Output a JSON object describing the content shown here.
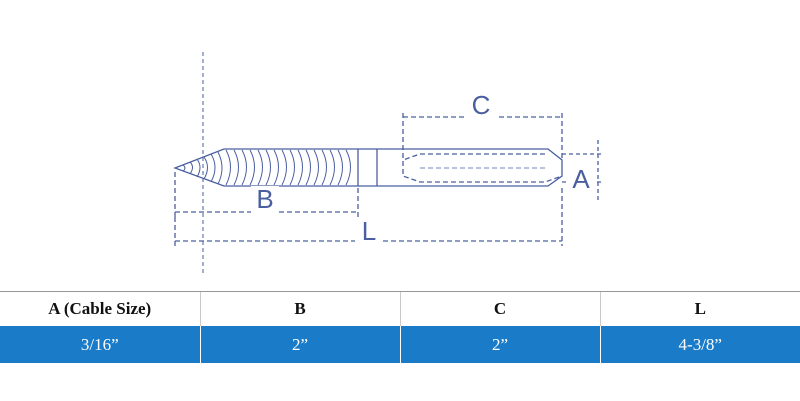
{
  "diagram": {
    "dimension_labels": {
      "c": "C",
      "a": "A",
      "b": "B",
      "l": "L"
    }
  },
  "colors": {
    "line": "#4a5fa0",
    "header_bg": "#ffffff",
    "row_bg": "#1a7bc8",
    "row_text": "#ffffff"
  },
  "table": {
    "headers": [
      "A (Cable Size)",
      "B",
      "C",
      "L"
    ],
    "rows": [
      [
        "3/16”",
        "2”",
        "2”",
        "4-3/8”"
      ]
    ]
  }
}
